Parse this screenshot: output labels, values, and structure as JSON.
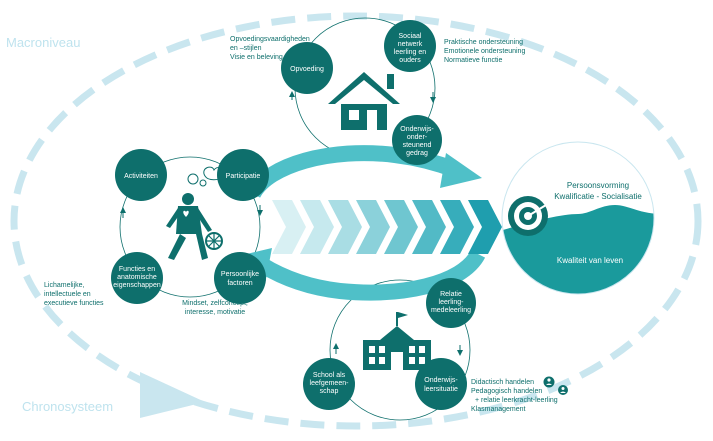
{
  "colors": {
    "dark_teal": "#0e6f6c",
    "light_teal": "#4fc0c8",
    "dashed_ellipse": "#c9e6ef",
    "label_blue": "#bfe3ee"
  },
  "labels": {
    "macro": "Macroniveau",
    "chrono": "Chronosysteem"
  },
  "top_cycle": {
    "nodes": {
      "opvoeding": [
        "Opvoeding"
      ],
      "sociaal": [
        "Sociaal",
        "netwerk",
        "leerling en",
        "ouders"
      ],
      "onderwijs": [
        "Onderwijs-",
        "onder-",
        "steunend",
        "gedrag"
      ]
    },
    "left_desc": [
      "Opvoedingsvaardigheden",
      "en –stijlen",
      "Visie en beleving"
    ],
    "right_desc": [
      "Praktische ondersteuning",
      "Emotionele ondersteuning",
      "Normatieve functie"
    ],
    "icon": "house-icon"
  },
  "left_cycle": {
    "nodes": {
      "activiteiten": [
        "Activiteiten"
      ],
      "participatie": [
        "Participatie"
      ],
      "functies": [
        "Functies en",
        "anatomische",
        "eigenschappen"
      ],
      "persoonlijke": [
        "Persoonlijke",
        "factoren"
      ]
    },
    "functies_desc": [
      "Lichamelijke,",
      "intellectuele en",
      "executieve functies"
    ],
    "persoonlijke_desc": [
      "Mindset, zelfconcept,",
      "interesse, motivatie"
    ],
    "icon": "person-icon"
  },
  "bottom_cycle": {
    "nodes": {
      "relatie": [
        "Relatie",
        "leerling-",
        "medeleerling"
      ],
      "school": [
        "School als",
        "leefgemeen-",
        "schap"
      ],
      "onderwijsleer": [
        "Onderwijs-",
        "leersituatie"
      ]
    },
    "desc": [
      "Didactisch handelen",
      "Pedagogisch handelen",
      "+ relatie leerkracht-leerling",
      "Klasmanagement"
    ],
    "icon": "school-icon"
  },
  "outcome": {
    "top": [
      "Persoonsvorming",
      "Kwalificatie - Socialisatie"
    ],
    "bottom": "Kwaliteit van leven",
    "icon": "target-icon"
  }
}
